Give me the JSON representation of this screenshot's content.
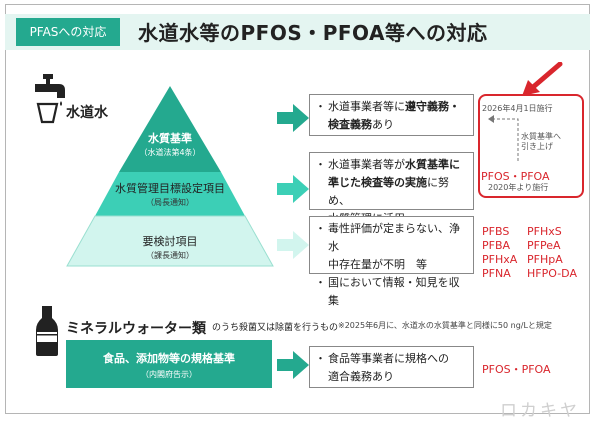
{
  "header": {
    "badge": "PFASへの対応",
    "title": "水道水等のPFOS・PFOA等への対応"
  },
  "tap_water": {
    "label": "水道水",
    "pyramid": [
      {
        "title": "水質基準",
        "sub": "（水道法第4条）"
      },
      {
        "title": "水質管理目標設定項目",
        "sub": "（局長通知）"
      },
      {
        "title": "要検討項目",
        "sub": "（課長通知）"
      }
    ],
    "descriptions": [
      {
        "lines": [
          "水道事業者等に",
          "遵守義務・",
          "検査義務",
          "あり"
        ]
      },
      {
        "lines": [
          "水道事業者等が",
          "水質基準に",
          "準じた検査等の実施",
          "に努め、",
          "水質管理に活用"
        ]
      },
      {
        "lines": [
          "毒性評価が定まらない、浄水",
          "中存在量が不明　等",
          "国において情報・知見を収集"
        ]
      }
    ],
    "callout": {
      "date": "2026年4月1日施行",
      "note": "水質基準へ\n引き上げ",
      "substances": "PFOS・PFOA",
      "since": "2020年より施行"
    },
    "pfas_list": [
      [
        "PFBS",
        "PFHxS"
      ],
      [
        "PFBA",
        "PFPeA"
      ],
      [
        "PFHxA",
        "PFHpA"
      ],
      [
        "PFNA",
        "HFPO-DA"
      ]
    ]
  },
  "mineral_water": {
    "label": "ミネラルウォーター類",
    "sub": "のうち殺菌又は除菌を行うもの",
    "note": "※2025年6月に、水道水の水質基準と同様に50 ng/Lと規定",
    "standard_title": "食品、添加物等の規格基準",
    "standard_sub": "（内閣府告示）",
    "description": [
      "食品等事業者に規格への",
      "適合義務あり"
    ],
    "substances": "PFOS・PFOA"
  },
  "watermark": "ロカキヤ",
  "colors": {
    "teal_dark": "#24a98f",
    "teal_mid": "#3ccfb6",
    "teal_light": "#8fe6d6",
    "teal_pale": "#d2f5ee",
    "red": "#d9262d"
  }
}
